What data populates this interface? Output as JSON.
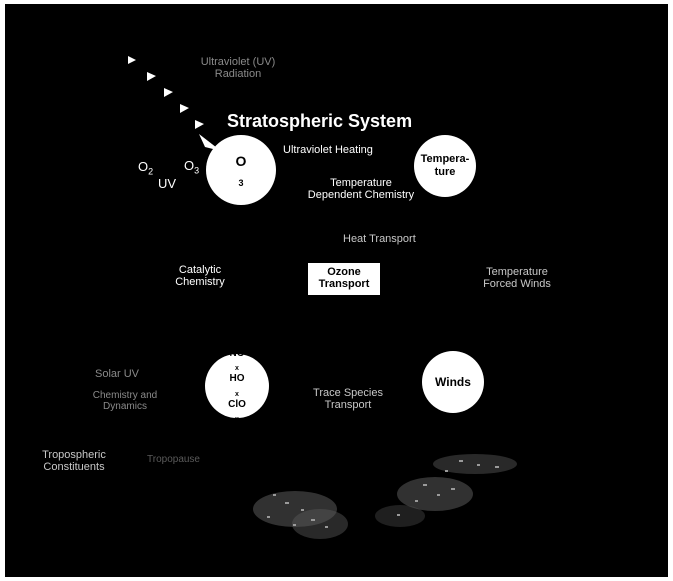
{
  "title": "Stratospheric System",
  "radiation": {
    "line1": "Ultraviolet (UV)",
    "line2": "Radiation"
  },
  "photolysis": {
    "o2": "O",
    "o2_sub": "2",
    "uv": "UV",
    "o3": "O",
    "o3_sub": "3"
  },
  "nodes": {
    "ozone": {
      "label": "O",
      "sub": "3"
    },
    "temperature": {
      "line1": "Tempera-",
      "line2": "ture"
    },
    "nox": {
      "line1": "NO",
      "sub1": "x",
      "line2": "HO",
      "sub2": "x",
      "line3": "ClO",
      "sub3": "x"
    },
    "winds": {
      "label": "Winds"
    },
    "transport_box": {
      "line1": "Ozone",
      "line2": "Transport"
    }
  },
  "labels": {
    "uv_heating": "Ultraviolet Heating",
    "temp_chem_1": "Temperature",
    "temp_chem_2": "Dependent Chemistry",
    "heat_transport": "Heat Transport",
    "catalytic_1": "Catalytic",
    "catalytic_2": "Chemistry",
    "forced_winds_1": "Temperature",
    "forced_winds_2": "Forced Winds",
    "solar_uv": "Solar UV",
    "chem_dyn_1": "Chemistry and",
    "chem_dyn_2": "Dynamics",
    "trace_1": "Trace Species",
    "trace_2": "Transport",
    "tropo_const_1": "Tropospheric",
    "tropo_const_2": "Constituents",
    "tropopause": "Tropopause"
  },
  "colors": {
    "background": "#000000",
    "foreground": "#ffffff"
  }
}
